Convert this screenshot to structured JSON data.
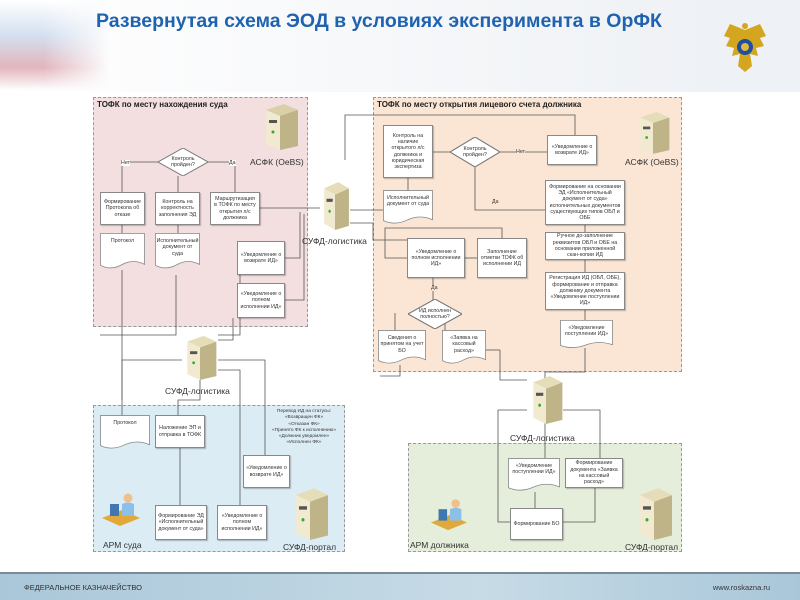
{
  "header": {
    "title": "Развернутая схема ЭОД в условиях эксперимента в ОрФК"
  },
  "footer": {
    "org": "ФЕДЕРАЛЬНОЕ КАЗНАЧЕЙСТВО",
    "url": "www.roskazna.ru"
  },
  "colors": {
    "title": "#1f63b0",
    "court_region": "#f3dfe0",
    "debtor_region": "#fbe6d5",
    "arm_court_region": "#dcecf4",
    "arm_debtor_region": "#e5eedb"
  },
  "court_tofk": {
    "title": "ТОФК по месту нахождения суда",
    "server": "АСФК (OeBS)",
    "decision": "Контроль пройден?",
    "no": "Нет",
    "yes": "Да",
    "protocol_form": "Формирование Протокола об отказе",
    "control": "Контроль на корректность заполнения ЭД",
    "routing": "Маршрутизация в ТОФК по месту открытия л/с должника",
    "protocol_doc": "Протокол",
    "exec_doc": "Исполнительный документ от суда",
    "return_notice": "«Уведомление о возврате ИД»",
    "full_notice": "«Уведомление о полном исполнении ИД»"
  },
  "debtor_tofk": {
    "title": "ТОФК по месту открытия лицевого счета должника",
    "server": "АСФК (OeBS)",
    "check": "Контроль на наличие открытого л/с должника и юридическая экспертиза",
    "exec_doc": "Исполнительный документ от суда",
    "decision": "Контроль пройден?",
    "no": "Нет",
    "yes": "Да",
    "return_notice": "«Уведомление о возврате ИД»",
    "form_docs": "Формирование на основании ЭД «Исполнительный документ от суда» исполнительных документов существующих типов ОБЛ и ОБЕ",
    "manual_fill": "Ручное до-заполнение реквизитов ОБЛ и ОБЕ на основании приложенной скан-копии ИД",
    "register": "Регистрация ИД (ОБЛ, ОБЕ), формирование и отправка должнику документа «Уведомление поступлении ИД»",
    "receipt_notice": "«Уведомление поступлении ИД»",
    "full_notice": "«Уведомление о полном исполнении ИД»",
    "mark": "Заполнение отметки ТОФК об исполнении ИД",
    "yes2": "Да",
    "decision2": "ИД исполнен полностью?",
    "bo_info": "Сведения о принятом на учет БО",
    "cash_request": "«Заявка на кассовый расход»"
  },
  "logistics": {
    "label": "СУФД-логистика"
  },
  "arm_court": {
    "logistics": "СУФД-логистика",
    "protocol": "Протокол",
    "sign": "Наложение ЭП и отправка в ТОФК",
    "statuses": [
      "Перевод ИД на статусы:",
      "«Возвращен ФК»",
      "«Отказан ФК»",
      "«Принято ФК к исполнению»",
      "«Должник уведомлен»",
      "«Исполнен ФК»"
    ],
    "return_notice": "«Уведомление о возврате ИД»",
    "form_ed": "Формирование ЭД «Исполнительный документ от суда»",
    "full_notice": "«Уведомление о полном исполнении ИД»",
    "arm": "АРМ суда",
    "portal": "СУФД-портал"
  },
  "arm_debtor": {
    "logistics": "СУФД-логистика",
    "receipt_notice": "«Уведомление поступлении ИД»",
    "cash_request": "Формирование документа «Заявка на кассовый расход»",
    "form_bo": "Формирование БО",
    "arm": "АРМ должника",
    "portal": "СУФД-портал"
  }
}
